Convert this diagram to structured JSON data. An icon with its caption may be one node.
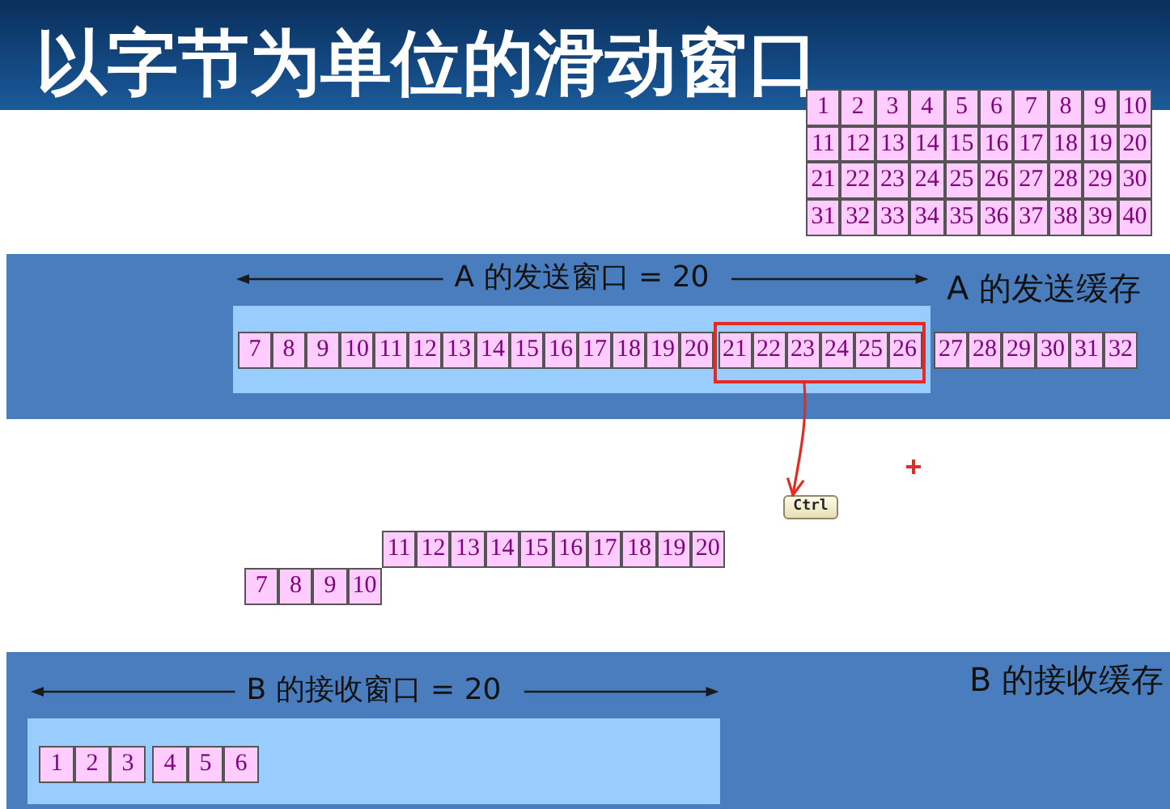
{
  "diagram": {
    "title": "以字节为单位的滑动窗口",
    "nodes": [
      {
        "text": [
          "1"
        ]
      },
      {
        "text": [
          "2"
        ]
      },
      {
        "text": [
          "3"
        ]
      },
      {
        "text": [
          "4"
        ]
      },
      {
        "text": [
          "5"
        ]
      },
      {
        "text": [
          "6"
        ]
      },
      {
        "text": [
          "7"
        ]
      },
      {
        "text": [
          "8"
        ]
      },
      {
        "text": [
          "9"
        ]
      },
      {
        "text": [
          "10"
        ]
      },
      {
        "text": [
          "11"
        ]
      },
      {
        "text": [
          "12"
        ]
      },
      {
        "text": [
          "13"
        ]
      },
      {
        "text": [
          "14"
        ]
      },
      {
        "text": [
          "15"
        ]
      },
      {
        "text": [
          "16"
        ]
      },
      {
        "text": [
          "17"
        ]
      },
      {
        "text": [
          "18"
        ]
      },
      {
        "text": [
          "19"
        ]
      },
      {
        "text": [
          "20"
        ]
      },
      {
        "text": [
          "21"
        ]
      },
      {
        "text": [
          "22"
        ]
      },
      {
        "text": [
          "23"
        ]
      },
      {
        "text": [
          "24"
        ]
      },
      {
        "text": [
          "25"
        ]
      },
      {
        "text": [
          "26"
        ]
      },
      {
        "text": [
          "27"
        ]
      },
      {
        "text": [
          "28"
        ]
      },
      {
        "text": [
          "29"
        ]
      },
      {
        "text": [
          "30"
        ]
      },
      {
        "text": [
          "31"
        ]
      },
      {
        "text": [
          "32"
        ]
      },
      {
        "text": [
          "33"
        ]
      },
      {
        "text": [
          "34"
        ]
      },
      {
        "text": [
          "35"
        ]
      },
      {
        "text": [
          "36"
        ]
      },
      {
        "text": [
          "37"
        ]
      },
      {
        "text": [
          "38"
        ]
      },
      {
        "text": [
          "39"
        ]
      },
      {
        "text": [
          "40"
        ]
      },
      {
        "text": [
          "A 的发送缓存"
        ]
      },
      {
        "text": [
          "A 的发送窗口 = 20"
        ],
        "in": 40
      },
      {
        "text": [
          "7"
        ],
        "in": 41
      },
      {
        "text": [
          "8"
        ],
        "in": 41
      },
      {
        "text": [
          "9"
        ],
        "in": 41
      },
      {
        "text": [
          "10"
        ],
        "in": 41
      },
      {
        "text": [
          "11"
        ],
        "in": 41
      },
      {
        "text": [
          "12"
        ],
        "in": 41
      },
      {
        "text": [
          "13"
        ],
        "in": 41
      },
      {
        "text": [
          "14"
        ],
        "in": 41
      },
      {
        "text": [
          "15"
        ],
        "in": 41
      },
      {
        "text": [
          "16"
        ],
        "in": 41
      },
      {
        "text": [
          "17"
        ],
        "in": 41
      },
      {
        "text": [
          "18"
        ],
        "in": 41
      },
      {
        "text": [
          "19"
        ],
        "in": 41
      },
      {
        "text": [
          "20"
        ],
        "in": 41
      },
      {
        "text": [],
        "shape": "box",
        "in": 41
      },
      {
        "text": [
          "21"
        ],
        "in": 56
      },
      {
        "text": [
          "22"
        ],
        "in": 56
      },
      {
        "text": [
          "23"
        ],
        "in": 56
      },
      {
        "text": [
          "24"
        ],
        "in": 56
      },
      {
        "text": [
          "25"
        ],
        "in": 56
      },
      {
        "text": [
          "26"
        ],
        "in": 56
      },
      {
        "text": [
          "27"
        ],
        "in": 40
      },
      {
        "text": [
          "28"
        ],
        "in": 40
      },
      {
        "text": [
          "29"
        ],
        "in": 40
      },
      {
        "text": [
          "30"
        ],
        "in": 40
      },
      {
        "text": [
          "31"
        ],
        "in": 40
      },
      {
        "text": [
          "32"
        ],
        "in": 40
      },
      {
        "text": [
          "Ctrl"
        ]
      },
      {
        "text": [
          "11"
        ]
      },
      {
        "text": [
          "12"
        ]
      },
      {
        "text": [
          "13"
        ]
      },
      {
        "text": [
          "14"
        ]
      },
      {
        "text": [
          "15"
        ]
      },
      {
        "text": [
          "16"
        ]
      },
      {
        "text": [
          "17"
        ]
      },
      {
        "text": [
          "18"
        ]
      },
      {
        "text": [
          "19"
        ]
      },
      {
        "text": [
          "20"
        ]
      },
      {
        "text": [
          "7"
        ]
      },
      {
        "text": [
          "8"
        ]
      },
      {
        "text": [
          "9"
        ]
      },
      {
        "text": [
          "10"
        ]
      },
      {
        "text": [
          "B 的接收缓存"
        ]
      },
      {
        "text": [
          "B 的接收窗口 = 20"
        ],
        "in": 84
      },
      {
        "text": [
          "1"
        ],
        "in": 85
      },
      {
        "text": [
          "2"
        ],
        "in": 85
      },
      {
        "text": [
          "3"
        ],
        "in": 85
      },
      {
        "text": [
          "4"
        ],
        "in": 85
      },
      {
        "text": [
          "5"
        ],
        "in": 85
      },
      {
        "text": [
          "6"
        ],
        "in": 85
      }
    ],
    "edges": [
      {
        "from": 56,
        "to": 69,
        "arrow": "to",
        "color": "#e32b22"
      }
    ]
  }
}
